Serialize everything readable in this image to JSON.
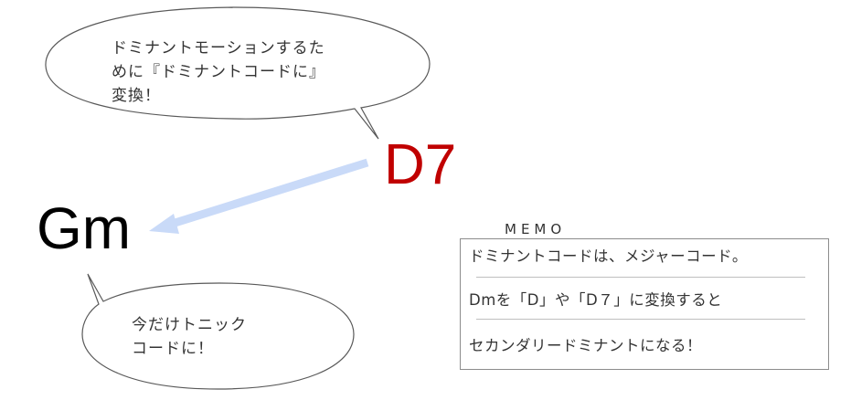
{
  "bubbles": {
    "top": {
      "lines": [
        "ドミナントモーションするた",
        "めに『ドミナントコードに』",
        "変換！"
      ]
    },
    "bottom": {
      "lines": [
        "今だけトニック",
        "コードに！"
      ]
    }
  },
  "chords": {
    "from": "D7",
    "to": "Gm"
  },
  "memo": {
    "label": "MEMO",
    "lines": [
      "ドミナントコードは、メジャーコード。",
      "Dmを「D」や「D７」に変換すると",
      "セカンダリードミナントになる！"
    ]
  },
  "colors": {
    "d7_chord": "#c00000",
    "gm_chord": "#000000",
    "arrow": "#c9daf8",
    "bubble_outline": "#595959",
    "memo_border": "#8c8c8c"
  }
}
